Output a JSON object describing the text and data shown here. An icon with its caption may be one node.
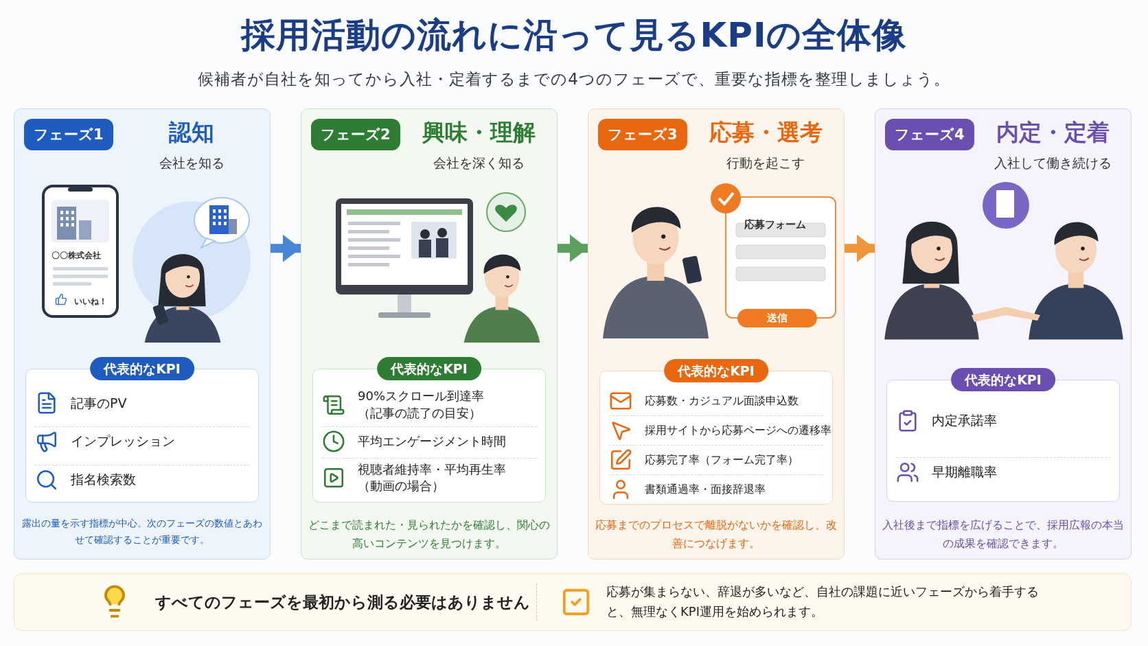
{
  "diagram": {
    "title": "採用活動の流れに沿って見るKPIの全体像",
    "caption": "候補者が自社を知ってから入社・定着するまでの4つのフェーズで、重要な指標を整理しましょう。",
    "nodes": [
      {
        "text": [
          "フェーズ1",
          "認知",
          "会社を知る",
          "露出の量を示す指標が中心。次のフェーズの数値とあわせて確認することが重要です。"
        ]
      },
      {
        "text": [
          "代表的なKPI",
          "記事のPV",
          "インプレッション",
          "指名検索数"
        ],
        "in": 0
      },
      {
        "text": [
          "フェーズ2",
          "興味・理解",
          "会社を深く知る",
          "どこまで読まれた・見られたかを確認し、関心の高いコンテンツを見つけます。"
        ]
      },
      {
        "text": [
          "代表的なKPI",
          "90%スクロール到達率",
          "（記事の読了の目安）",
          "平均エンゲージメント時間",
          "視聴者維持率・平均再生率",
          "（動画の場合）"
        ],
        "in": 2
      },
      {
        "text": [
          "フェーズ3",
          "応募・選考",
          "行動を起こす",
          "応募までのプロセスで離脱がないかを確認し、改善につなげます。"
        ]
      },
      {
        "text": [
          "代表的なKPI",
          "応募数・カジュアル面談申込数",
          "採用サイトから応募ページへの遷移率",
          "応募完了率（フォーム完了率）",
          "書類通過率・面接辞退率"
        ],
        "in": 4
      },
      {
        "text": [
          "フェーズ4",
          "内定・定着",
          "入社して働き続ける",
          "入社後まで指標を広げることで、採用広報の本当の成果を確認できます。"
        ]
      },
      {
        "text": [
          "代表的なKPI",
          "内定承諾率",
          "早期離職率"
        ],
        "in": 6
      },
      {
        "text": [
          "すべてのフェーズを最初から測る必要はありません",
          "応募が集まらない、辞退が多いなど、自社の課題に近いフェーズから着手すると、無理なくKPI運用を始められます。"
        ]
      }
    ],
    "edges": [
      {
        "from": 0,
        "to": 2,
        "arrow": "to",
        "color": "#4a86d6"
      },
      {
        "from": 2,
        "to": 4,
        "arrow": "to",
        "color": "#5e9e5f"
      },
      {
        "from": 4,
        "to": 6,
        "arrow": "to",
        "color": "#f0953a"
      }
    ],
    "labels": [
      "〇〇株式会社",
      "いいね！",
      "応募フォーム",
      "送信"
    ]
  }
}
